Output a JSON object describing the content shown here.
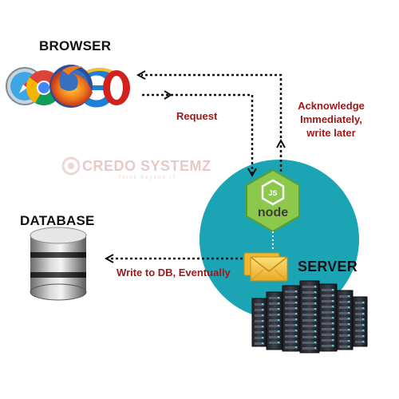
{
  "browser": {
    "title": "BROWSER",
    "icons": [
      "safari-icon",
      "chrome-icon",
      "firefox-icon",
      "ie-icon",
      "opera-icon"
    ]
  },
  "database": {
    "title": "DATABASE",
    "icon": "database-icon"
  },
  "server": {
    "title": "SERVER",
    "icons": [
      "nodejs-icon",
      "message-queue-icon",
      "server-rack-icon"
    ]
  },
  "node_logo": {
    "text": "node",
    "badge": "JS"
  },
  "arrows": {
    "request": "Request",
    "acknowledge": [
      "Acknowledge",
      "Immediately,",
      "write later"
    ],
    "write_db": "Write to DB, Eventually"
  },
  "watermark": {
    "text": "CREDO SYSTEMZ",
    "tagline": "Think Beyond IT"
  },
  "colors": {
    "circle": "#1ba5b4",
    "note_text": "#a01818",
    "node_green": "#8cc84b",
    "envelope": "#f5c43a"
  }
}
